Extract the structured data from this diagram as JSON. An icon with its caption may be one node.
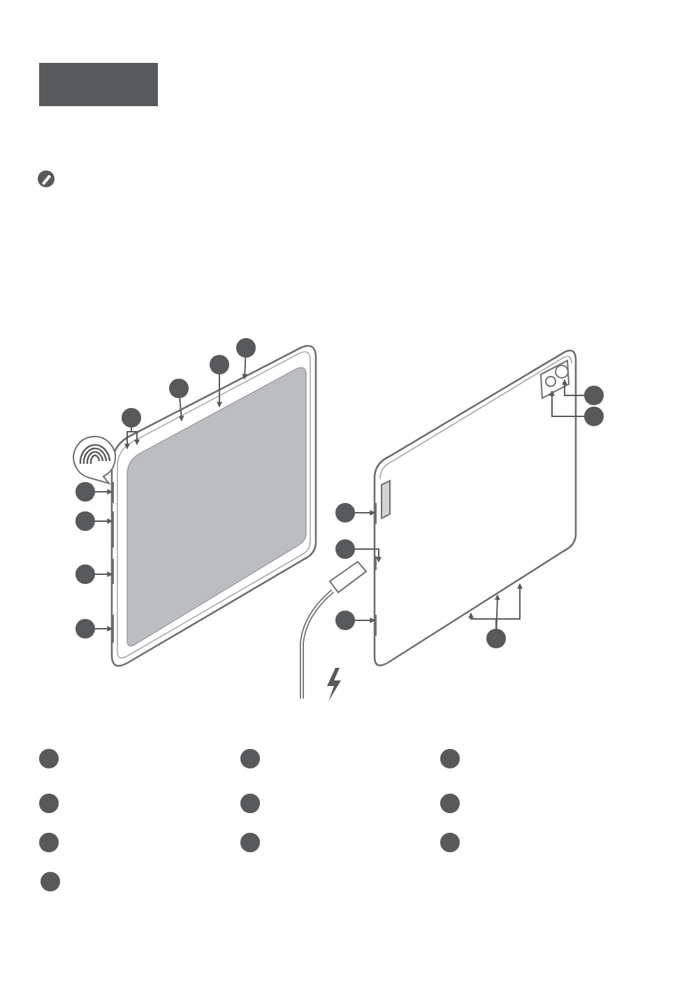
{
  "diagram": {
    "nodes": [
      {
        "text": [],
        "shape": "picture"
      },
      {
        "text": [],
        "shape": "picture"
      },
      {
        "text": [],
        "shape": "circle"
      },
      {
        "text": [],
        "shape": "circle"
      },
      {
        "text": [],
        "shape": "circle"
      },
      {
        "text": [],
        "shape": "circle"
      },
      {
        "text": [],
        "shape": "circle"
      },
      {
        "text": [],
        "shape": "circle"
      },
      {
        "text": [],
        "shape": "circle"
      },
      {
        "text": [],
        "shape": "circle"
      },
      {
        "text": [],
        "shape": "circle"
      },
      {
        "text": [],
        "shape": "circle"
      },
      {
        "text": [],
        "shape": "circle"
      },
      {
        "text": [],
        "shape": "circle"
      },
      {
        "text": [],
        "shape": "circle"
      },
      {
        "text": [],
        "shape": "circle"
      },
      {
        "text": [],
        "shape": "circle"
      },
      {
        "text": [],
        "shape": "circle"
      },
      {
        "text": [],
        "shape": "circle"
      },
      {
        "text": [],
        "shape": "circle"
      },
      {
        "text": [],
        "shape": "circle"
      },
      {
        "text": [],
        "shape": "circle"
      },
      {
        "text": [],
        "shape": "circle"
      },
      {
        "text": [],
        "shape": "circle"
      },
      {
        "text": [],
        "shape": "circle"
      },
      {
        "text": [],
        "shape": "circle"
      }
    ],
    "edges": [
      {
        "from": 2,
        "to": 0,
        "arrow": "to"
      },
      {
        "from": 3,
        "to": 0,
        "arrow": "to"
      },
      {
        "from": 4,
        "to": 0,
        "arrow": "to"
      },
      {
        "from": 5,
        "to": 1,
        "arrow": "to"
      },
      {
        "from": 6,
        "to": 1,
        "arrow": "to"
      },
      {
        "from": 7,
        "to": 0,
        "arrow": "to"
      },
      {
        "from": 7,
        "to": 0,
        "arrow": "to"
      },
      {
        "from": 8,
        "to": 0,
        "arrow": "to"
      },
      {
        "from": 9,
        "to": 1,
        "arrow": "to"
      },
      {
        "from": 10,
        "to": 0,
        "arrow": "to"
      },
      {
        "from": 11,
        "to": 1,
        "arrow": "to"
      },
      {
        "from": 12,
        "to": 0,
        "arrow": "to"
      },
      {
        "from": 13,
        "to": 1,
        "arrow": "to"
      },
      {
        "from": 14,
        "to": 0,
        "arrow": "to"
      },
      {
        "from": 15,
        "to": 1,
        "arrow": "to"
      },
      {
        "from": 15,
        "to": 1,
        "arrow": "to"
      },
      {
        "from": 15,
        "to": 1,
        "arrow": "to"
      }
    ]
  }
}
